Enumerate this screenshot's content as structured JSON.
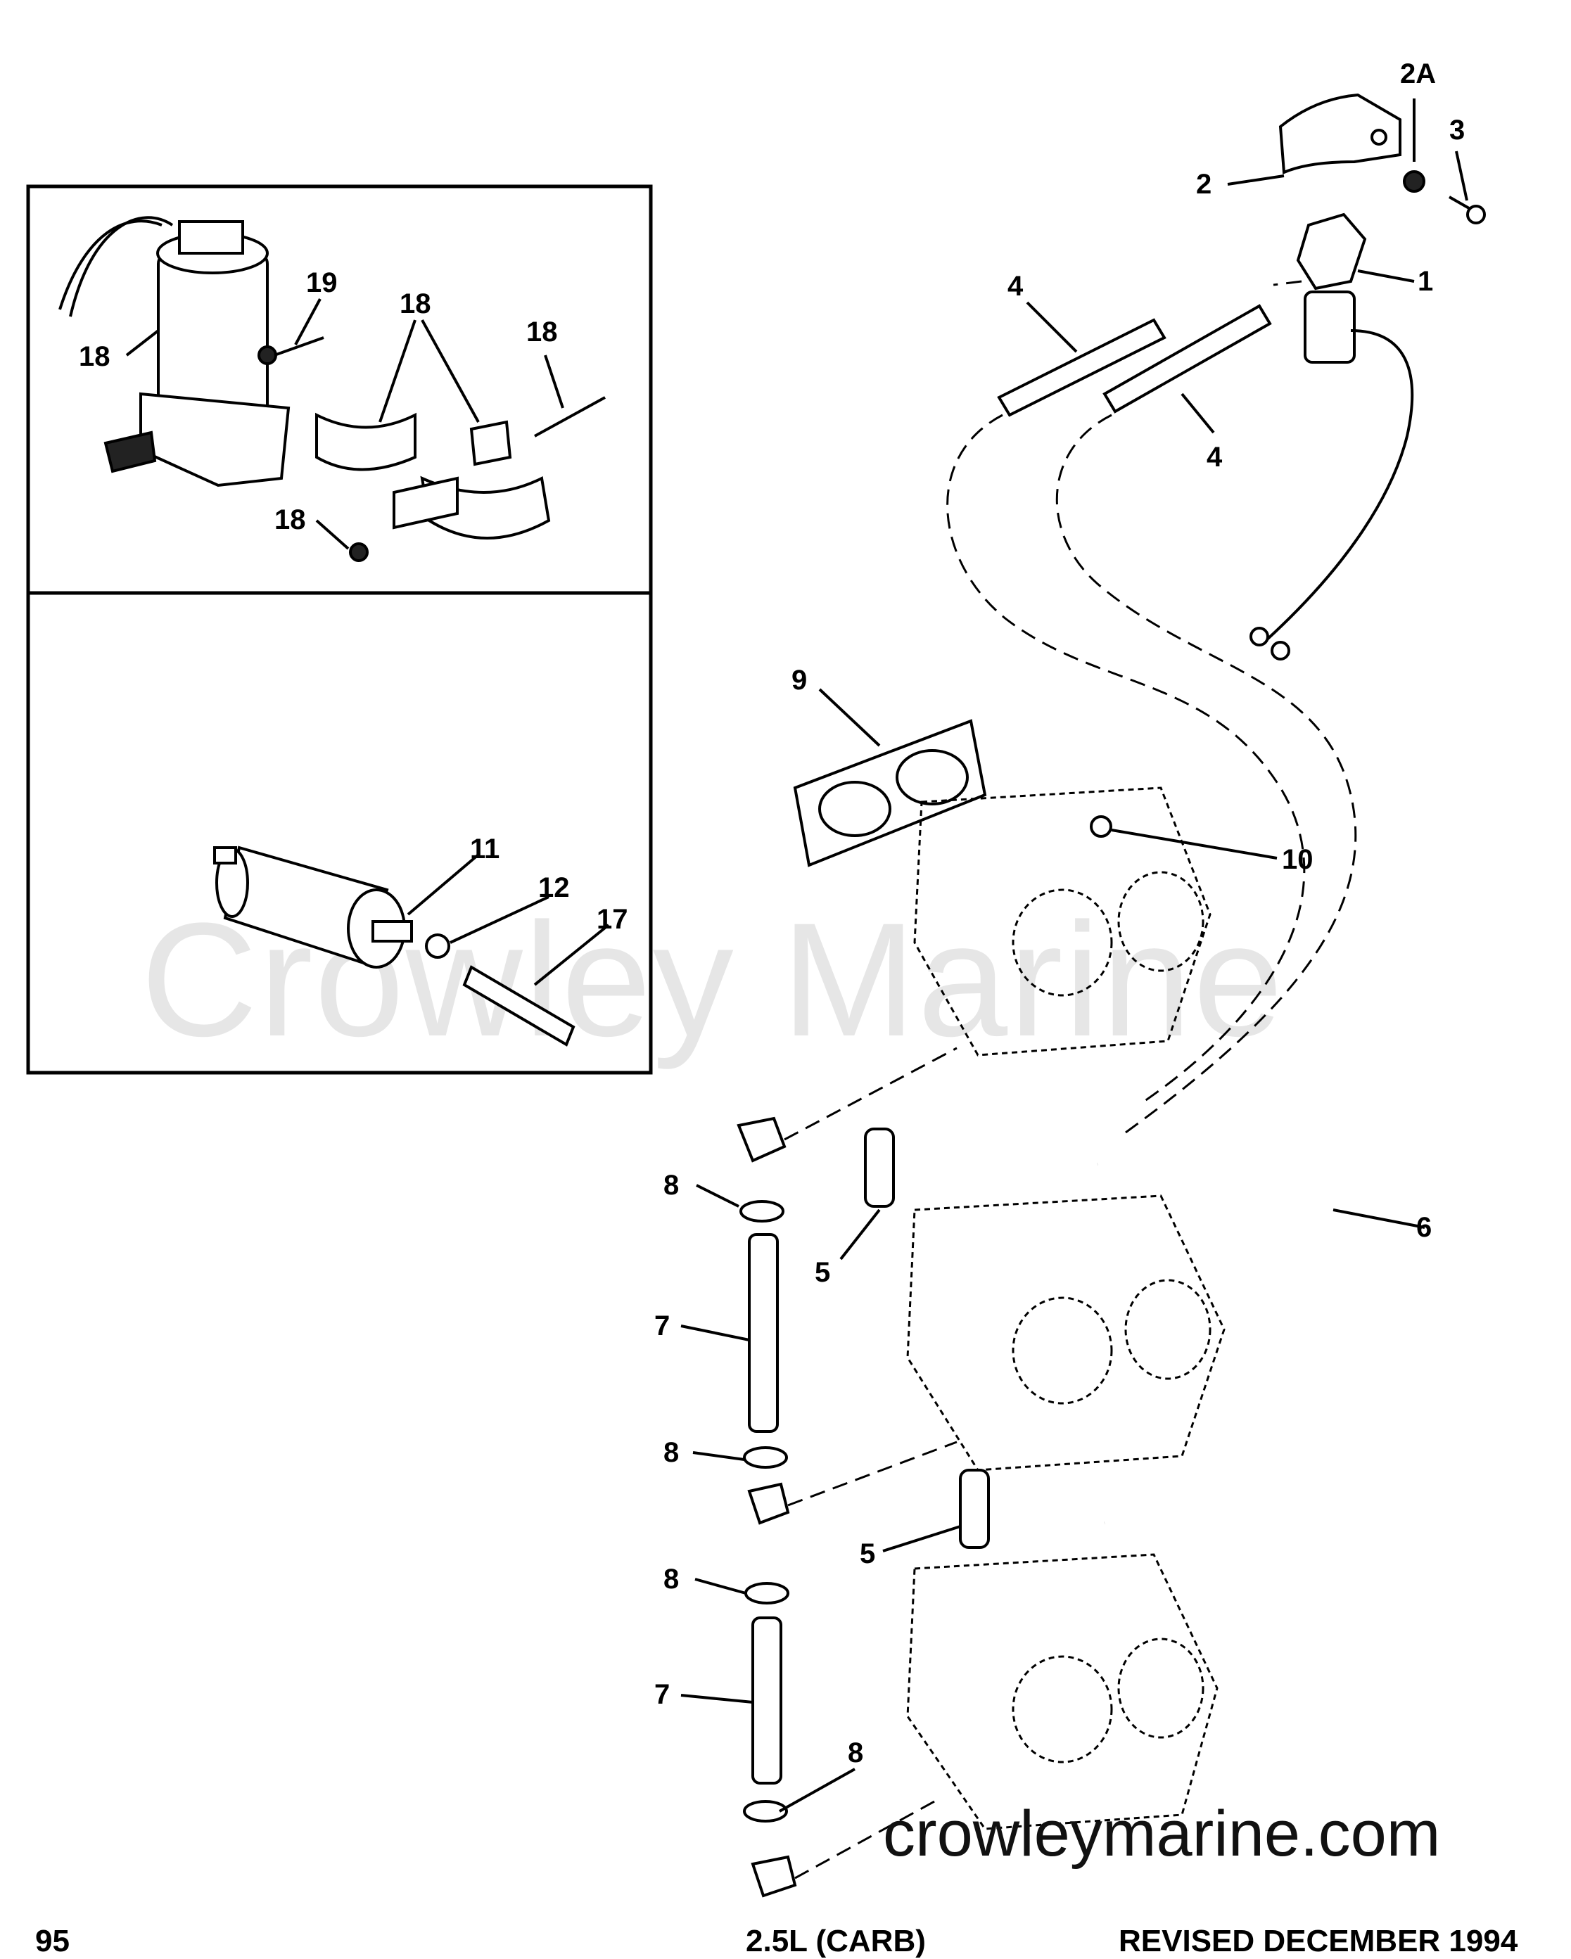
{
  "watermark": "Crowley Marine",
  "site": "crowleymarine.com",
  "footer": {
    "left": "95",
    "center": "2.5L (CARB)",
    "right": "REVISED DECEMBER 1994"
  },
  "callouts": [
    {
      "id": "c-2a",
      "text": "2A"
    },
    {
      "id": "c-3",
      "text": "3"
    },
    {
      "id": "c-2",
      "text": "2"
    },
    {
      "id": "c-1",
      "text": "1"
    },
    {
      "id": "c-4a",
      "text": "4"
    },
    {
      "id": "c-4b",
      "text": "4"
    },
    {
      "id": "c-19",
      "text": "19"
    },
    {
      "id": "c-18a",
      "text": "18"
    },
    {
      "id": "c-18b",
      "text": "18"
    },
    {
      "id": "c-18c",
      "text": "18"
    },
    {
      "id": "c-18d",
      "text": "18"
    },
    {
      "id": "c-9",
      "text": "9"
    },
    {
      "id": "c-10",
      "text": "10"
    },
    {
      "id": "c-11",
      "text": "11"
    },
    {
      "id": "c-12",
      "text": "12"
    },
    {
      "id": "c-17",
      "text": "17"
    },
    {
      "id": "c-8a",
      "text": "8"
    },
    {
      "id": "c-5a",
      "text": "5"
    },
    {
      "id": "c-6",
      "text": "6"
    },
    {
      "id": "c-7a",
      "text": "7"
    },
    {
      "id": "c-8b",
      "text": "8"
    },
    {
      "id": "c-5b",
      "text": "5"
    },
    {
      "id": "c-8c",
      "text": "8"
    },
    {
      "id": "c-7b",
      "text": "7"
    },
    {
      "id": "c-8d",
      "text": "8"
    }
  ]
}
